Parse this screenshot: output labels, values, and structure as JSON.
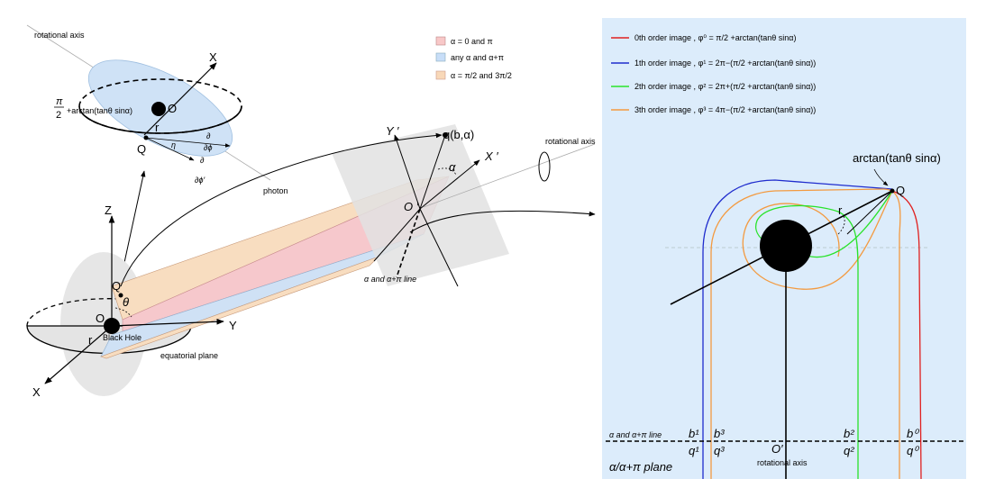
{
  "left": {
    "rotational_axis_top": "rotational axis",
    "rotational_axis_right": "rotational axis",
    "equatorial_plane": "equatorial plane",
    "black_hole": "Black Hole",
    "photon": "photon",
    "line_label": "α and α+π line",
    "inset_angle_top": "π",
    "inset_angle_bottom": "2",
    "inset_angle_text": "+arctan(tanθ sinα)",
    "axes": {
      "x": "X",
      "y": "Y",
      "z": "Z",
      "x_lower": "X",
      "x_prime": "X ′",
      "y_prime": "Y ′"
    },
    "points": {
      "o_top": "O",
      "r_top": "r",
      "q_top": "Q",
      "o_bottom": "O",
      "r_bottom": "r",
      "q_bottom": "Q",
      "o_prime": "O ′",
      "q_ba": "q(b,α)"
    },
    "symbols": {
      "eta": "η",
      "theta": "θ",
      "alpha": "α",
      "d_phi_num": "∂",
      "d_phi_den": "∂ϕ",
      "d_phiprime_num": "∂",
      "d_phiprime_den": "∂ϕ′"
    }
  },
  "legend": [
    {
      "label": "α = 0 and π",
      "color": "#f8c8c8"
    },
    {
      "label": "any α and α+π",
      "color": "#c8def8"
    },
    {
      "label": "α = π/2 and 3π/2",
      "color": "#f8d8b8"
    }
  ],
  "right": {
    "background": "#dcecfb",
    "orders": [
      {
        "label": "0th order image , φ⁰ = π/2 +arctan(tanθ sinα)",
        "color": "#e0201f"
      },
      {
        "label": "1th order image , φ¹ = 2π−(π/2 +arctan(tanθ sinα))",
        "color": "#1f2ccd"
      },
      {
        "label": "2th order image , φ² = 2π+(π/2 +arctan(tanθ sinα))",
        "color": "#29e32a"
      },
      {
        "label": "3th order image , φ³ = 4π−(π/2 +arctan(tanθ sinα))",
        "color": "#f39a40"
      }
    ],
    "arctan_label": "arctan(tanθ sinα)",
    "q_label": "Q",
    "r_label": "r",
    "line_label": "α and α+π line",
    "plane_label": "α/α+π plane",
    "rotational_axis": "rotational axis",
    "o_prime": "O′",
    "b_labels": [
      "b¹",
      "b³",
      "b²",
      "b⁰"
    ],
    "q_labels": [
      "q¹",
      "q³",
      "q²",
      "q⁰"
    ]
  }
}
